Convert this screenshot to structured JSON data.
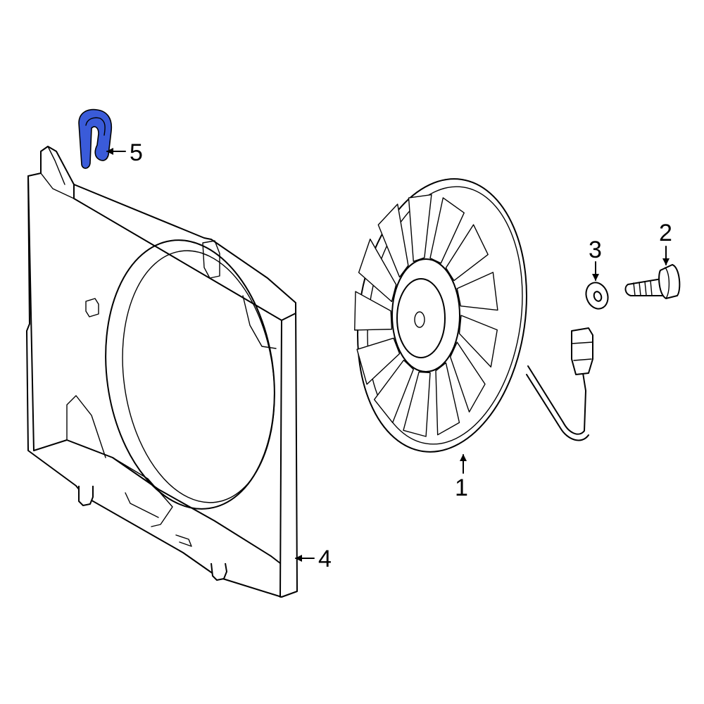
{
  "callouts": [
    {
      "id": "fan-assembly",
      "label": "1"
    },
    {
      "id": "bolt",
      "label": "2"
    },
    {
      "id": "washer",
      "label": "3"
    },
    {
      "id": "shroud",
      "label": "4"
    },
    {
      "id": "clip",
      "label": "5"
    }
  ],
  "colors": {
    "highlight": "#3a5bd9",
    "line": "#000000",
    "background": "#ffffff"
  }
}
